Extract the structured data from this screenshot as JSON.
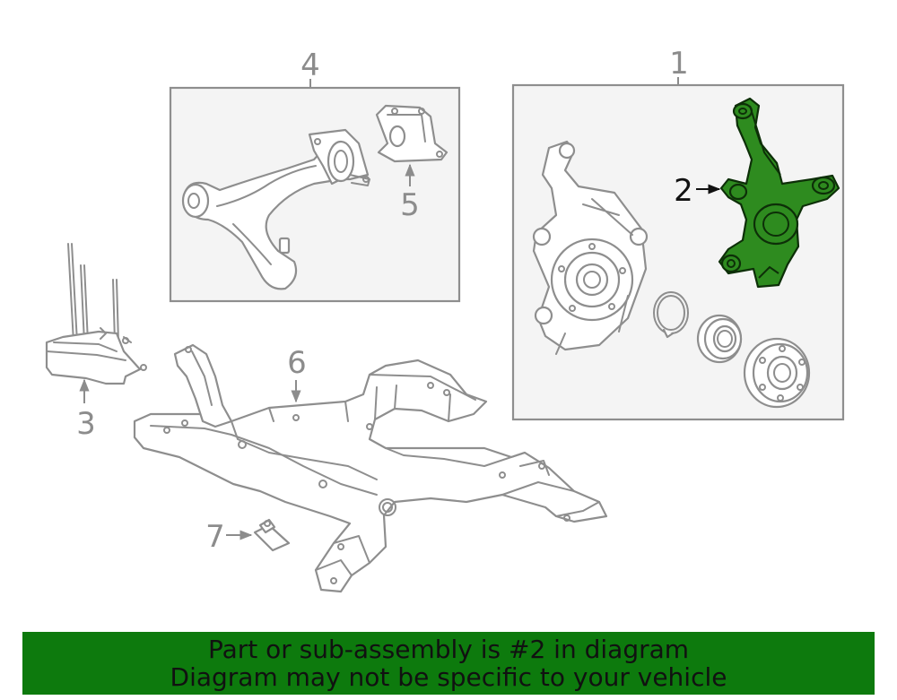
{
  "callouts": {
    "c1": "1",
    "c2": "2",
    "c3": "3",
    "c4": "4",
    "c5": "5",
    "c6": "6",
    "c7": "7"
  },
  "highlighted_part": "2",
  "colors": {
    "highlight_fill": "#2e8b1f",
    "highlight_stroke": "#0d2f08",
    "banner_background": "#0d7a0d",
    "line_art": "#8e8e8e",
    "box_fill": "#f4f4f4"
  },
  "banner": {
    "line1": "Part or sub-assembly is #2 in diagram",
    "line2": "Diagram may not be specific to your vehicle"
  }
}
